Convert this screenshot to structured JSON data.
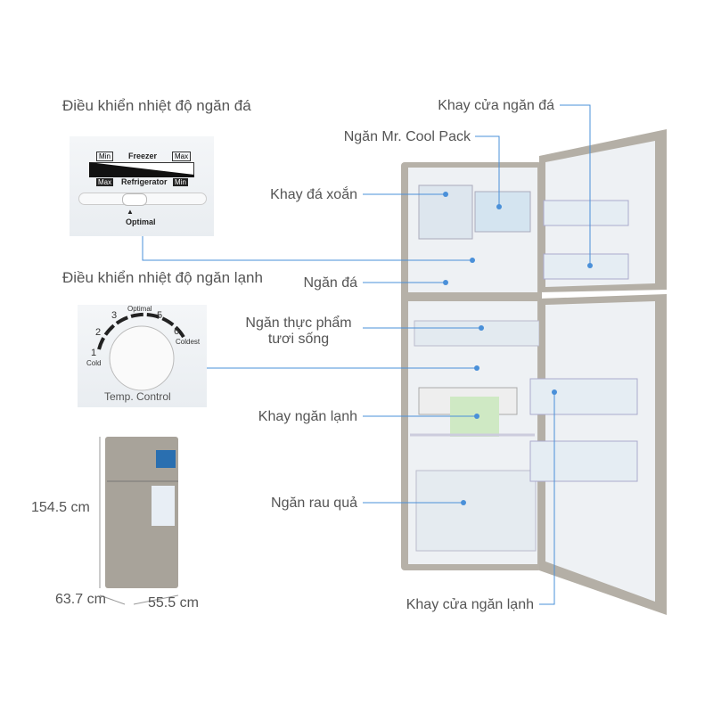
{
  "left": {
    "freezer_control_title": "Điều khiển nhiệt độ ngăn đá",
    "freezer_panel": {
      "min_top": "Min",
      "freezer": "Freezer",
      "max_top": "Max",
      "max_bottom": "Max",
      "refrigerator": "Refrigerator",
      "min_bottom": "Min",
      "optimal": "Optimal"
    },
    "fridge_control_title": "Điều khiển nhiệt độ ngăn lạnh",
    "dial": {
      "n1": "1",
      "n2": "2",
      "n3": "3",
      "n5": "5",
      "n6": "6",
      "cold": "Cold",
      "optimal": "Optimal",
      "coldest": "Coldest",
      "title": "Temp. Control"
    },
    "dimensions": {
      "height": "154.5 cm",
      "depth": "63.7 cm",
      "width": "55.5 cm"
    }
  },
  "callouts": {
    "freezer_door_tray": "Khay cửa ngăn đá",
    "cool_pack": "Ngăn Mr. Cool Pack",
    "ice_twister": "Khay đá xoắn",
    "freezer": "Ngăn đá",
    "fresh_food": "Ngăn thực phẩm tươi sống",
    "fridge_shelf": "Khay ngăn lạnh",
    "vegetable": "Ngăn rau quả",
    "fridge_door_tray": "Khay cửa ngăn lạnh"
  },
  "colors": {
    "leader": "#4a90d9",
    "text": "#555555",
    "steel": "#a9a49c"
  }
}
